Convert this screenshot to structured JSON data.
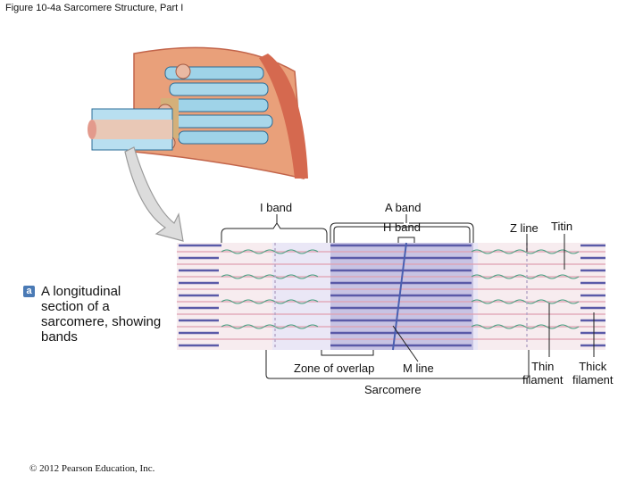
{
  "figure_title": "Figure 10-4a  Sarcomere Structure, Part I",
  "labels": {
    "i_band": "I band",
    "a_band": "A band",
    "h_band": "H band",
    "z_line": "Z line",
    "titin": "Titin",
    "zone_of_overlap": "Zone of overlap",
    "m_line": "M line",
    "sarcomere": "Sarcomere",
    "thin_filament": "Thin\nfilament",
    "thick_filament": "Thick\nfilament"
  },
  "caption": {
    "badge": "a",
    "text": "A longitudinal section of a sarcomere, showing bands"
  },
  "copyright": "© 2012 Pearson Education, Inc.",
  "colors": {
    "thick_filament": "#5a5aa8",
    "thin_filament": "#e0a0b0",
    "titin": "#3d9a7a",
    "overlap_zone": "#c7c3e3",
    "background": "#ffffff"
  }
}
